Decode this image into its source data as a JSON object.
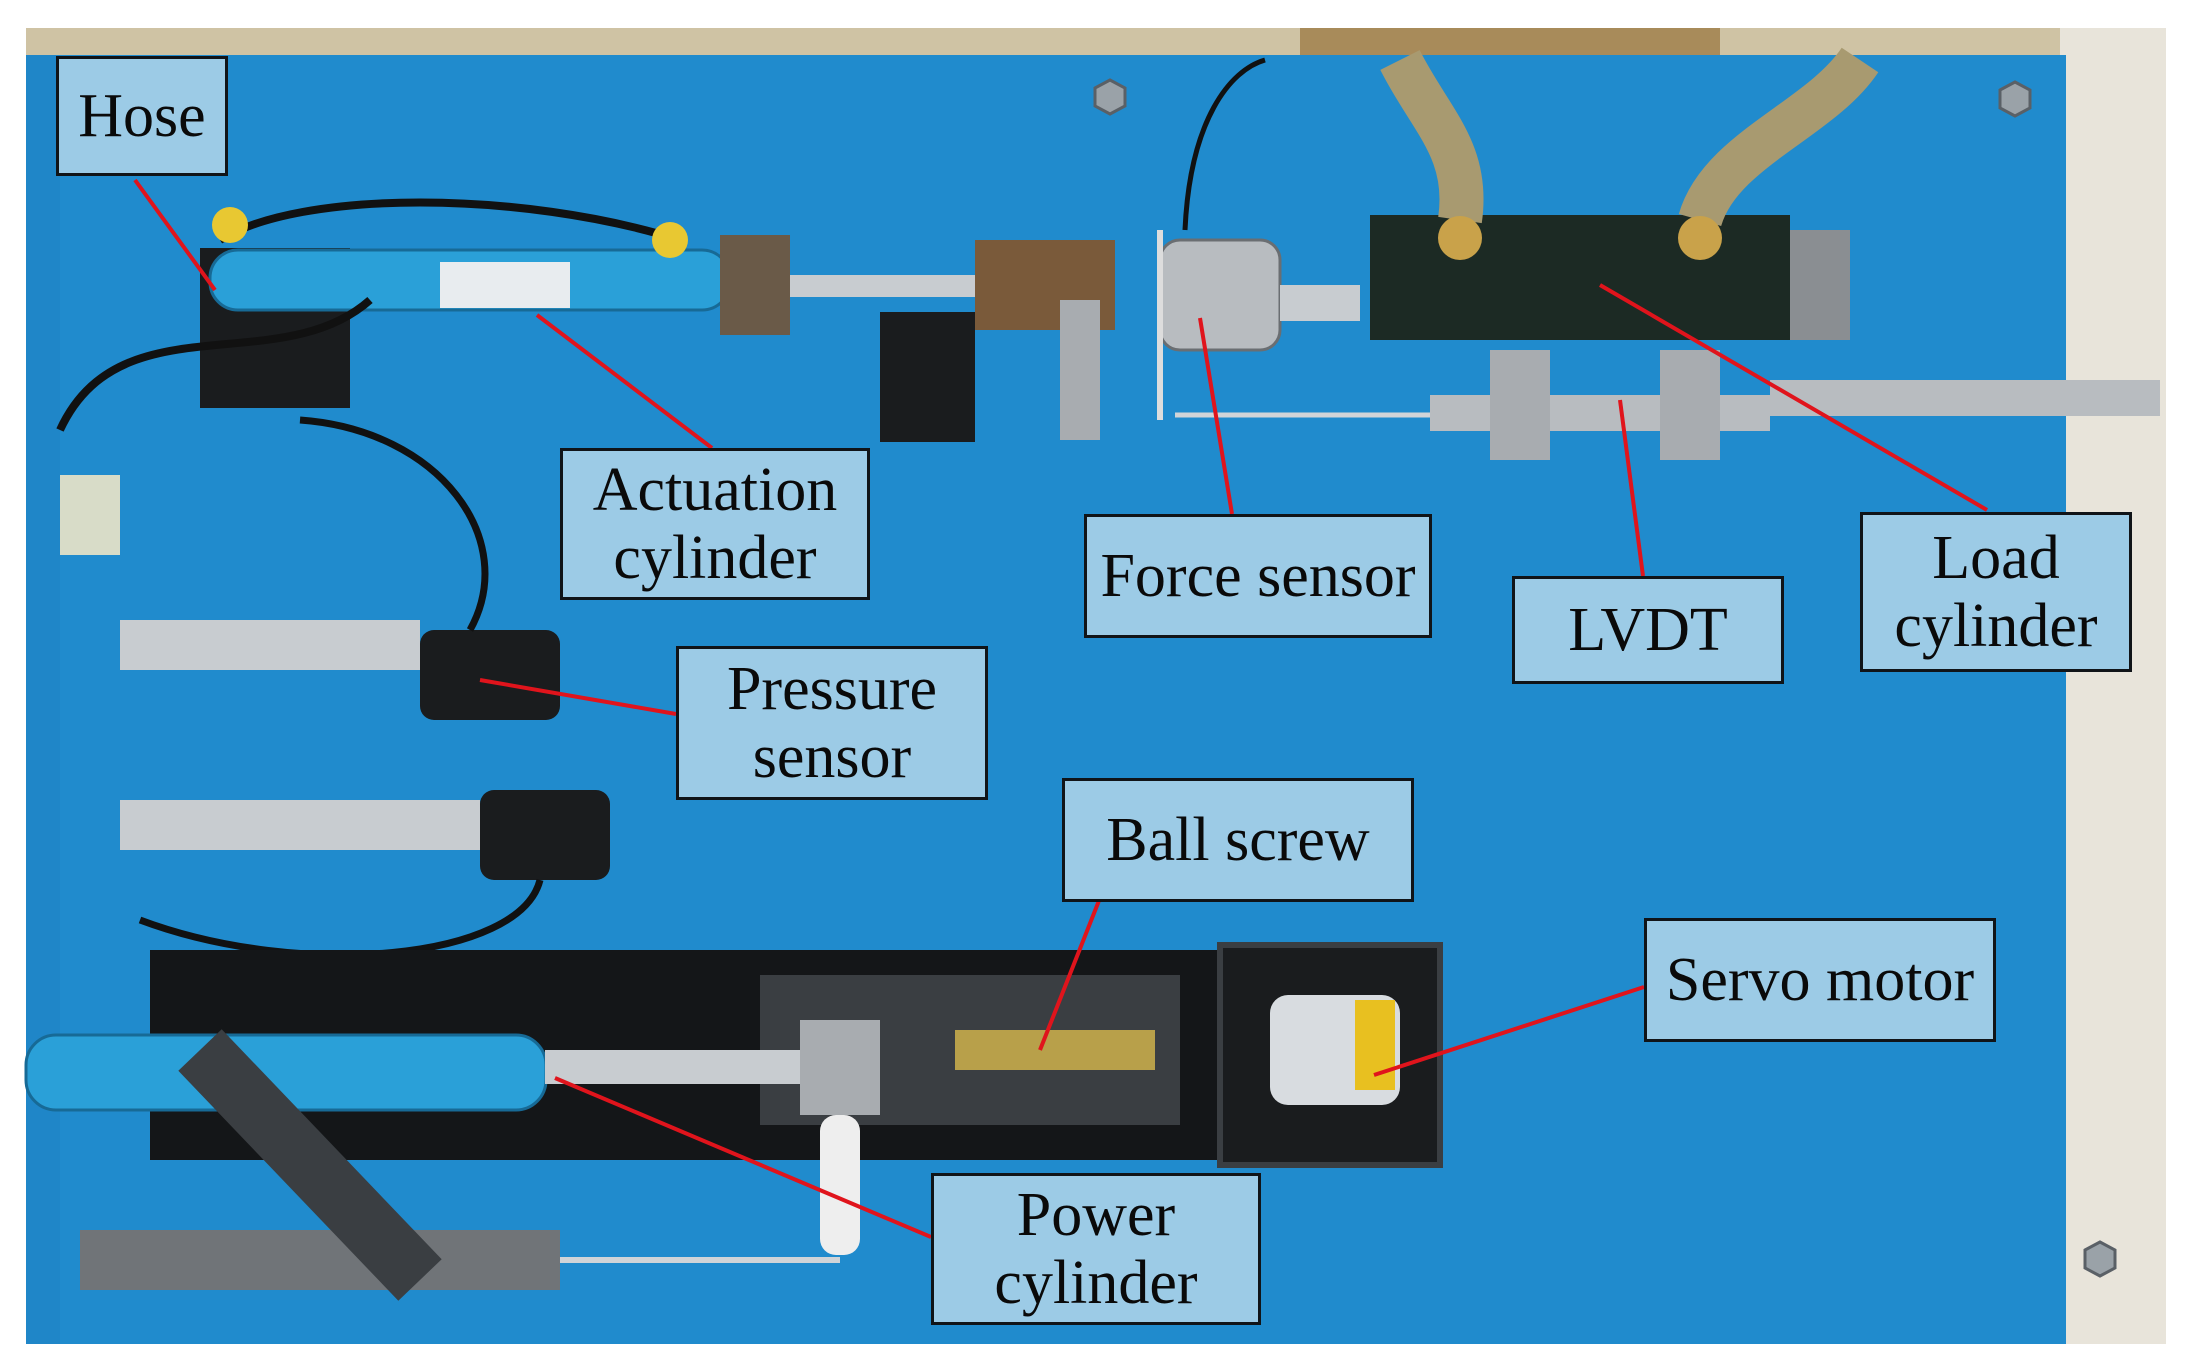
{
  "colors": {
    "panel_blue": "#1f86c8",
    "label_fill": "#9ccbe6",
    "label_border": "#101418",
    "leader_red": "#e0141c",
    "metal": "#b8bcc0",
    "cylinder_blue": "#2aa0d8",
    "dark_part": "#1c1e20",
    "brass": "#c9a24a"
  },
  "labels": {
    "hose": "Hose",
    "actuation_cylinder": [
      "Actuation",
      "cylinder"
    ],
    "force_sensor": "Force sensor",
    "lvdt": "LVDT",
    "load_cylinder": [
      "Load",
      "cylinder"
    ],
    "pressure_sensor": [
      "Pressure",
      "sensor"
    ],
    "ball_screw": "Ball screw",
    "servo_motor": "Servo motor",
    "power_cylinder": [
      "Power",
      "cylinder"
    ]
  }
}
